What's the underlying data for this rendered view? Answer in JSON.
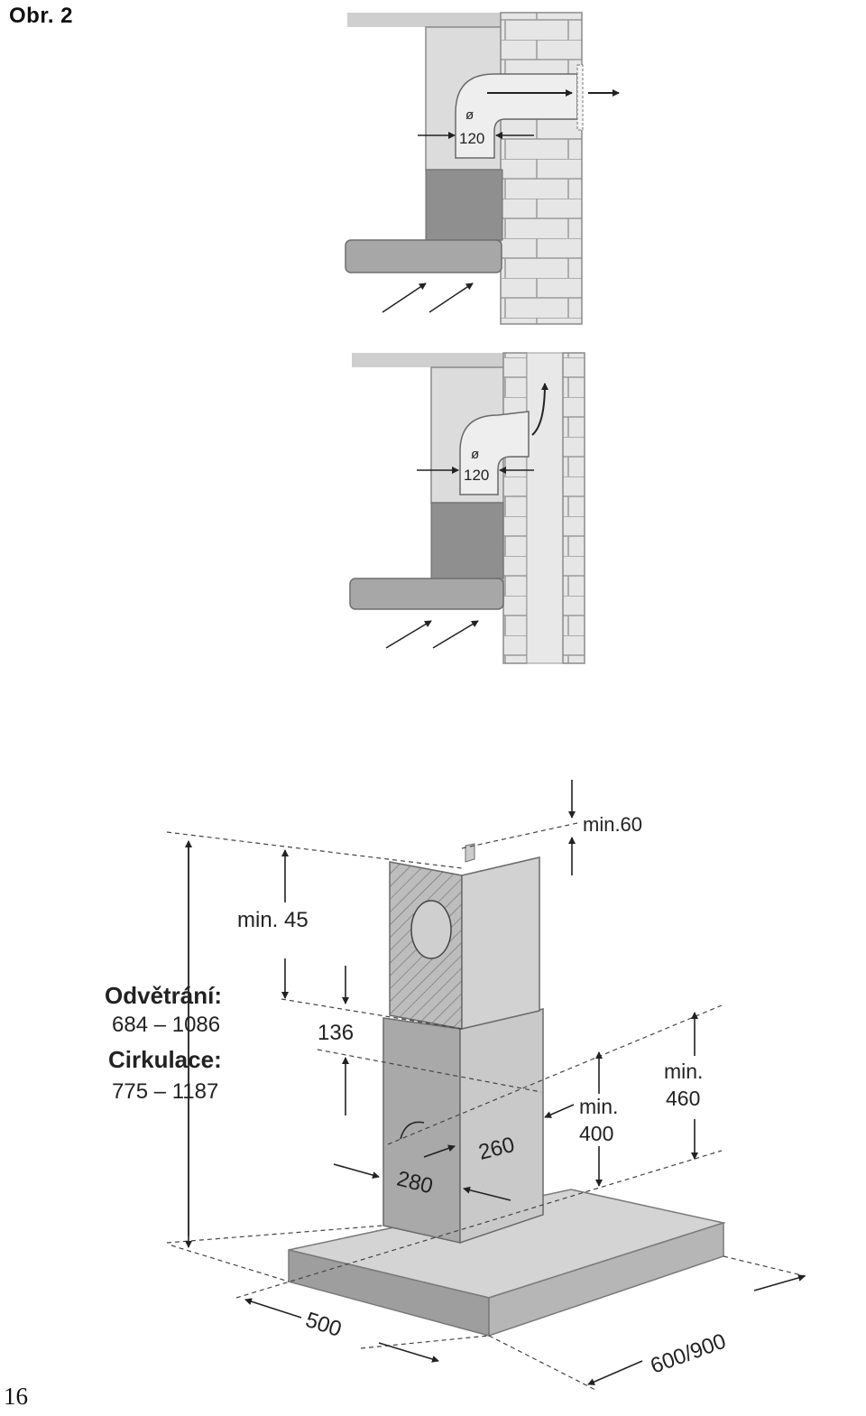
{
  "figure_label": "Obr. 2",
  "page_number": "16",
  "top_diagram": {
    "diameter_symbol": "ø",
    "diameter_value": "120"
  },
  "middle_diagram": {
    "diameter_symbol": "ø",
    "diameter_value": "120"
  },
  "hood_diagram": {
    "min_top": "min.60",
    "min_45": "min. 45",
    "vent_title": "Odvětrání:",
    "vent_range": "684 – 1086",
    "circ_title": "Cirkulace:",
    "circ_range": "775 – 1187",
    "dim_136": "136",
    "dim_260": "260",
    "dim_280": "280",
    "min_400_a": "min.",
    "min_400_b": "400",
    "min_460_a": "min.",
    "min_460_b": "460",
    "dim_500": "500",
    "dim_600_900": "600/900"
  }
}
